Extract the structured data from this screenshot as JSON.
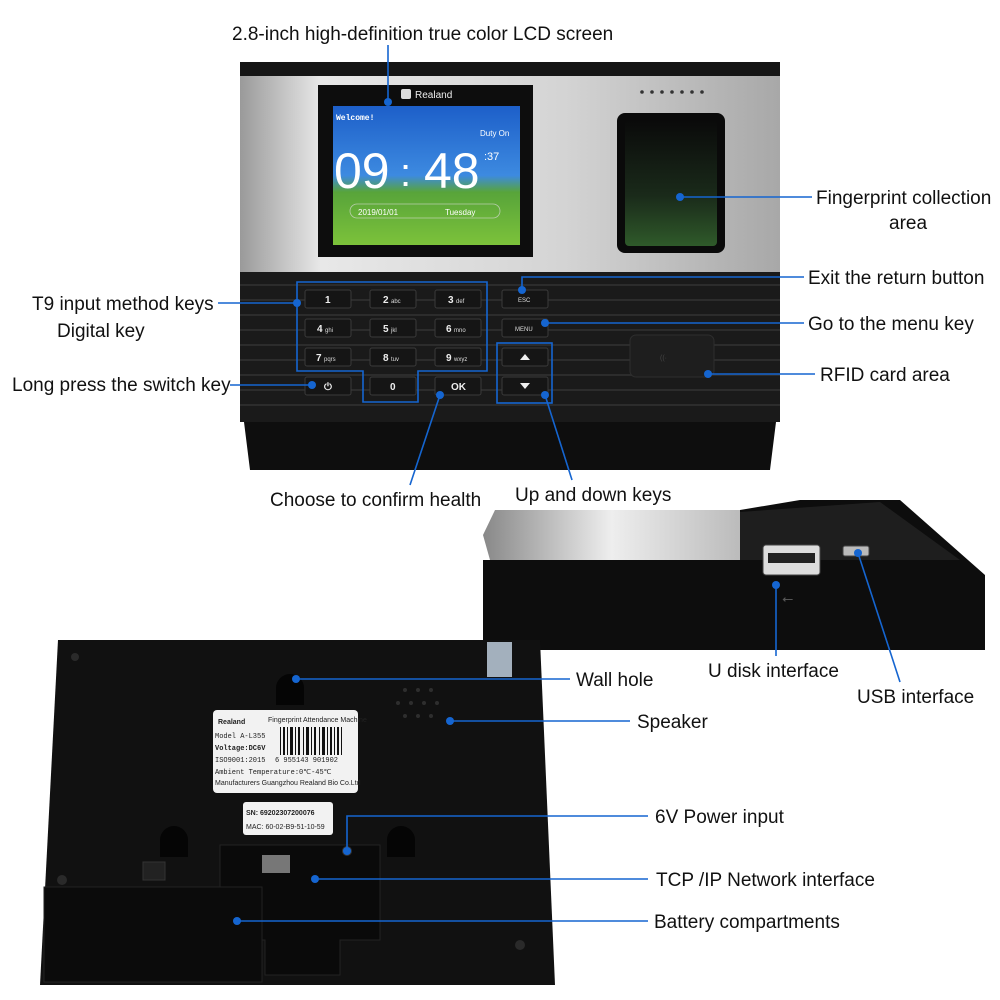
{
  "device": {
    "brand": "Realand",
    "screen": {
      "greeting": "Welcome!",
      "status": "Duty On",
      "hours": "09",
      "separator": ":",
      "minutes": "48",
      "seconds": ":37",
      "date": "2019/01/01",
      "weekday": "Tuesday"
    },
    "keys": [
      {
        "main": "1",
        "sub": ""
      },
      {
        "main": "2",
        "sub": "abc"
      },
      {
        "main": "3",
        "sub": "def"
      },
      {
        "main": "4",
        "sub": "ghi"
      },
      {
        "main": "5",
        "sub": "jkl"
      },
      {
        "main": "6",
        "sub": "mno"
      },
      {
        "main": "7",
        "sub": "pqrs"
      },
      {
        "main": "8",
        "sub": "tuv"
      },
      {
        "main": "9",
        "sub": "wxyz"
      },
      {
        "main": "0",
        "sub": ""
      }
    ],
    "esc_label": "ESC",
    "menu_label": "MENU",
    "ok_label": "OK",
    "power_icon": "power-icon",
    "up_icon": "triangle-up-icon",
    "down_icon": "triangle-down-icon"
  },
  "back_label": {
    "brand": "Realand",
    "product": "Fingerprint Attendance Machine",
    "model": "Model A-L355",
    "voltage": "Voltage:DC6V",
    "iso": "ISO9001:2015",
    "barcode": "6 955143 901902",
    "temperature": "Ambient Temperature:0℃-45℃",
    "manufacturer": "Manufacturers Guangzhou Realand Bio Co.Ltd",
    "sn": "SN: 69202307200076",
    "mac": "MAC: 60-02-B9-51-10-59"
  },
  "callouts": {
    "lcd": "2.8-inch high-definition true color LCD screen",
    "fingerprint_1": "Fingerprint collection",
    "fingerprint_2": "area",
    "esc": "Exit the return button",
    "menu": "Go to the menu key",
    "rfid": "RFID card area",
    "t9": "T9 input method keys",
    "digital": "Digital key",
    "power": "Long press the switch key",
    "ok": "Choose to confirm health",
    "updown": "Up and down keys",
    "udisk": "U disk interface",
    "usb": "USB interface",
    "wall": "Wall hole",
    "speaker": "Speaker",
    "power_input": "6V Power input",
    "network": "TCP /IP Network interface",
    "battery": "Battery compartments"
  },
  "colors": {
    "callout": "#1565d0",
    "body": "#111111",
    "panel": "#c9c9c9"
  }
}
